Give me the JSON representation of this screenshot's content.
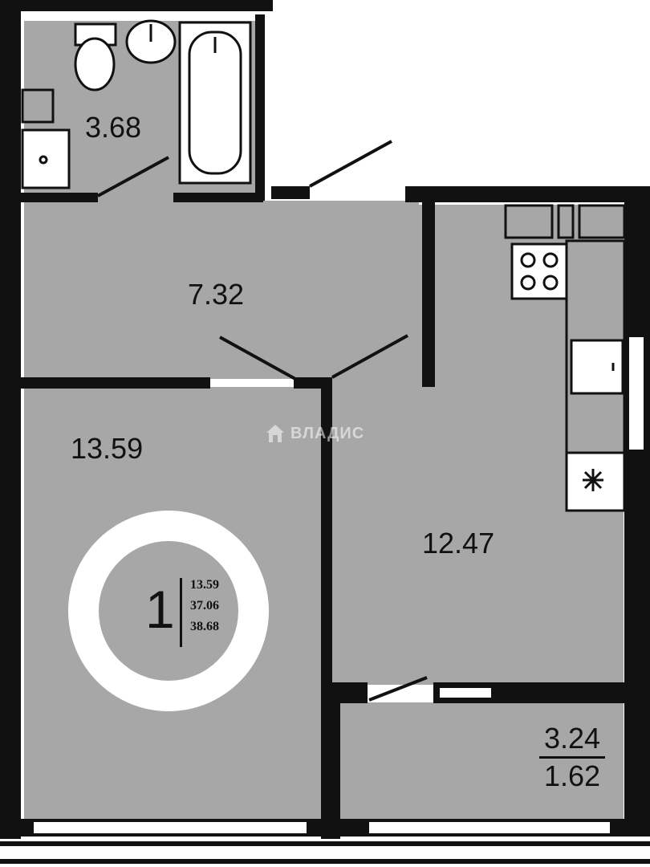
{
  "plan": {
    "rooms": [
      {
        "id": "bathroom",
        "area": "3.68"
      },
      {
        "id": "hall",
        "area": "7.32"
      },
      {
        "id": "bedroom",
        "area": "13.59"
      },
      {
        "id": "kitchen",
        "area": "12.47"
      }
    ],
    "balcony": {
      "area": "3.24",
      "reduced_area": "1.62"
    },
    "summary": {
      "rooms": "1",
      "living_area": "13.59",
      "total_area": "37.06",
      "total_with_balcony": "38.68"
    },
    "watermark": "ВЛАДИС",
    "colors": {
      "floor": "#a7a7a7",
      "wall": "#111111",
      "background": "#ffffff"
    },
    "icons": [
      "toilet-icon",
      "sink-icon",
      "bathtub-icon",
      "washing-machine-icon",
      "stove-icon",
      "kitchen-sink-icon",
      "fridge-icon",
      "house-icon"
    ]
  }
}
